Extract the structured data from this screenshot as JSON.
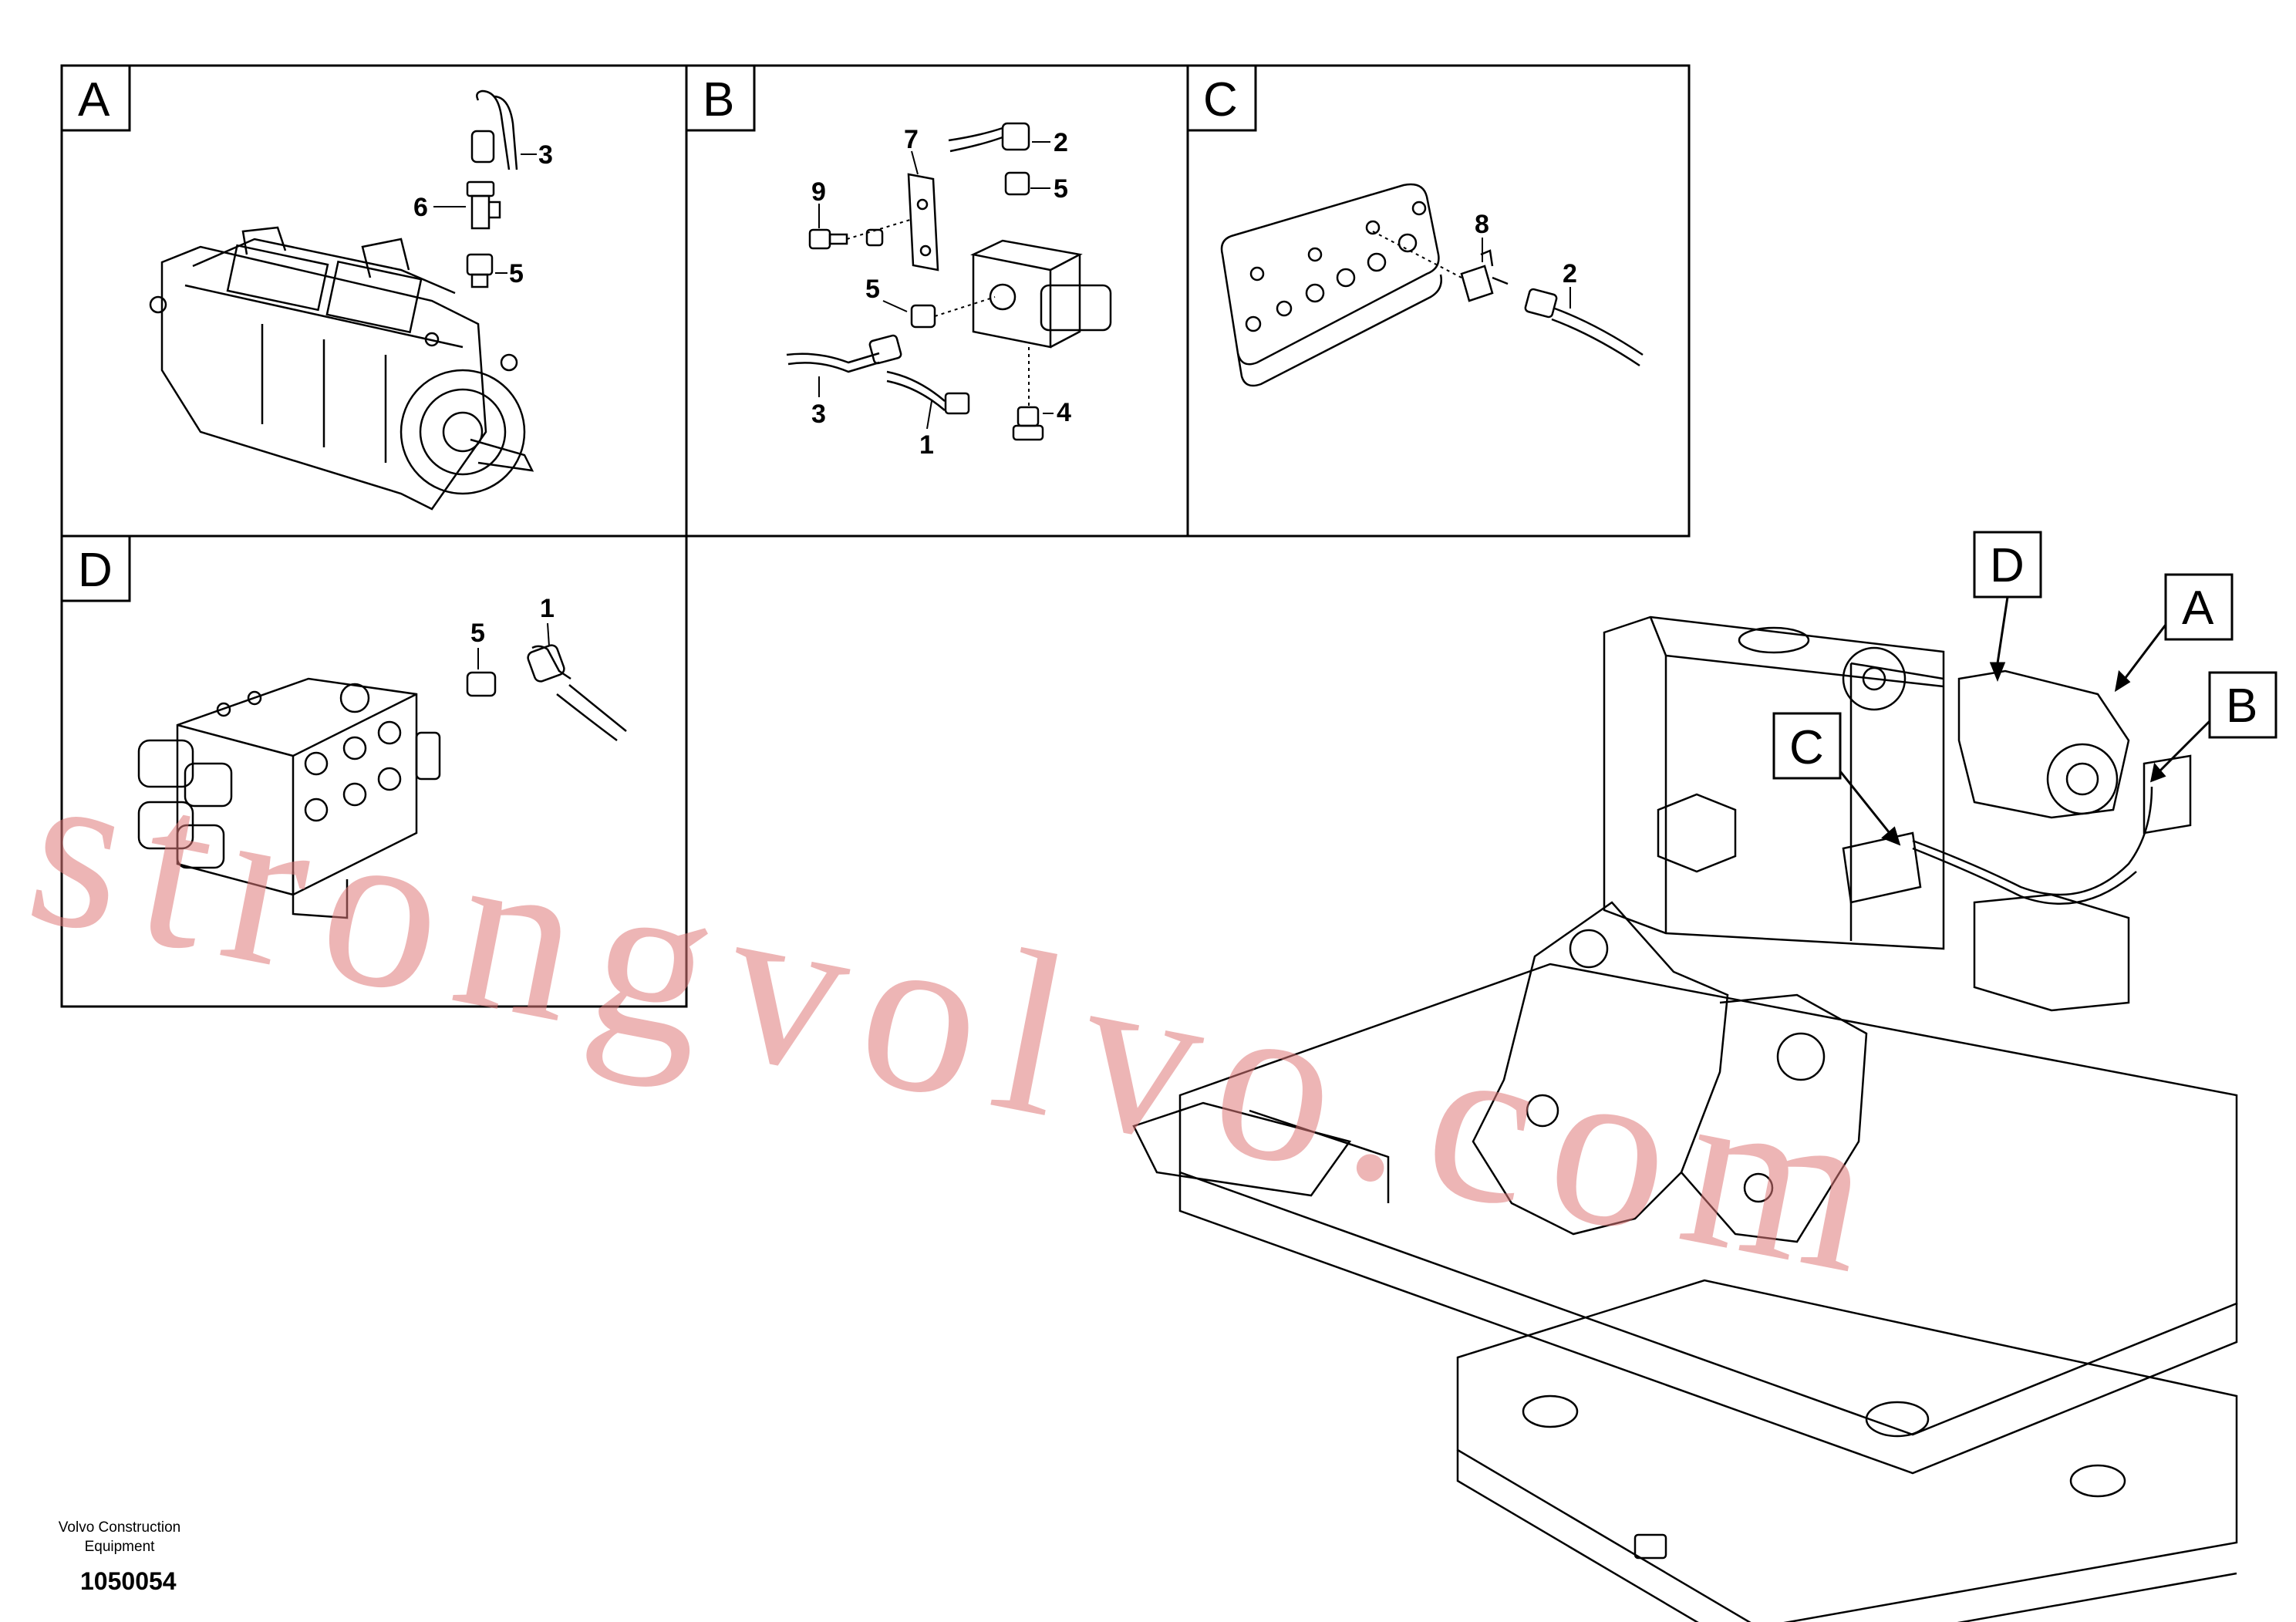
{
  "panels": {
    "a": {
      "letter": "A",
      "callouts": [
        "3",
        "6",
        "5"
      ]
    },
    "b": {
      "letter": "B",
      "callouts": [
        "7",
        "2",
        "9",
        "5",
        "5",
        "3",
        "1",
        "4"
      ]
    },
    "c": {
      "letter": "C",
      "callouts": [
        "8",
        "2"
      ]
    },
    "d": {
      "letter": "D",
      "callouts": [
        "5",
        "1"
      ]
    }
  },
  "main_view": {
    "pointer_labels": [
      "D",
      "A",
      "B",
      "C"
    ]
  },
  "footer": {
    "company_line1": "Volvo Construction",
    "company_line2": "Equipment",
    "doc_number": "1050054"
  },
  "watermark": "strongvolvo.com"
}
